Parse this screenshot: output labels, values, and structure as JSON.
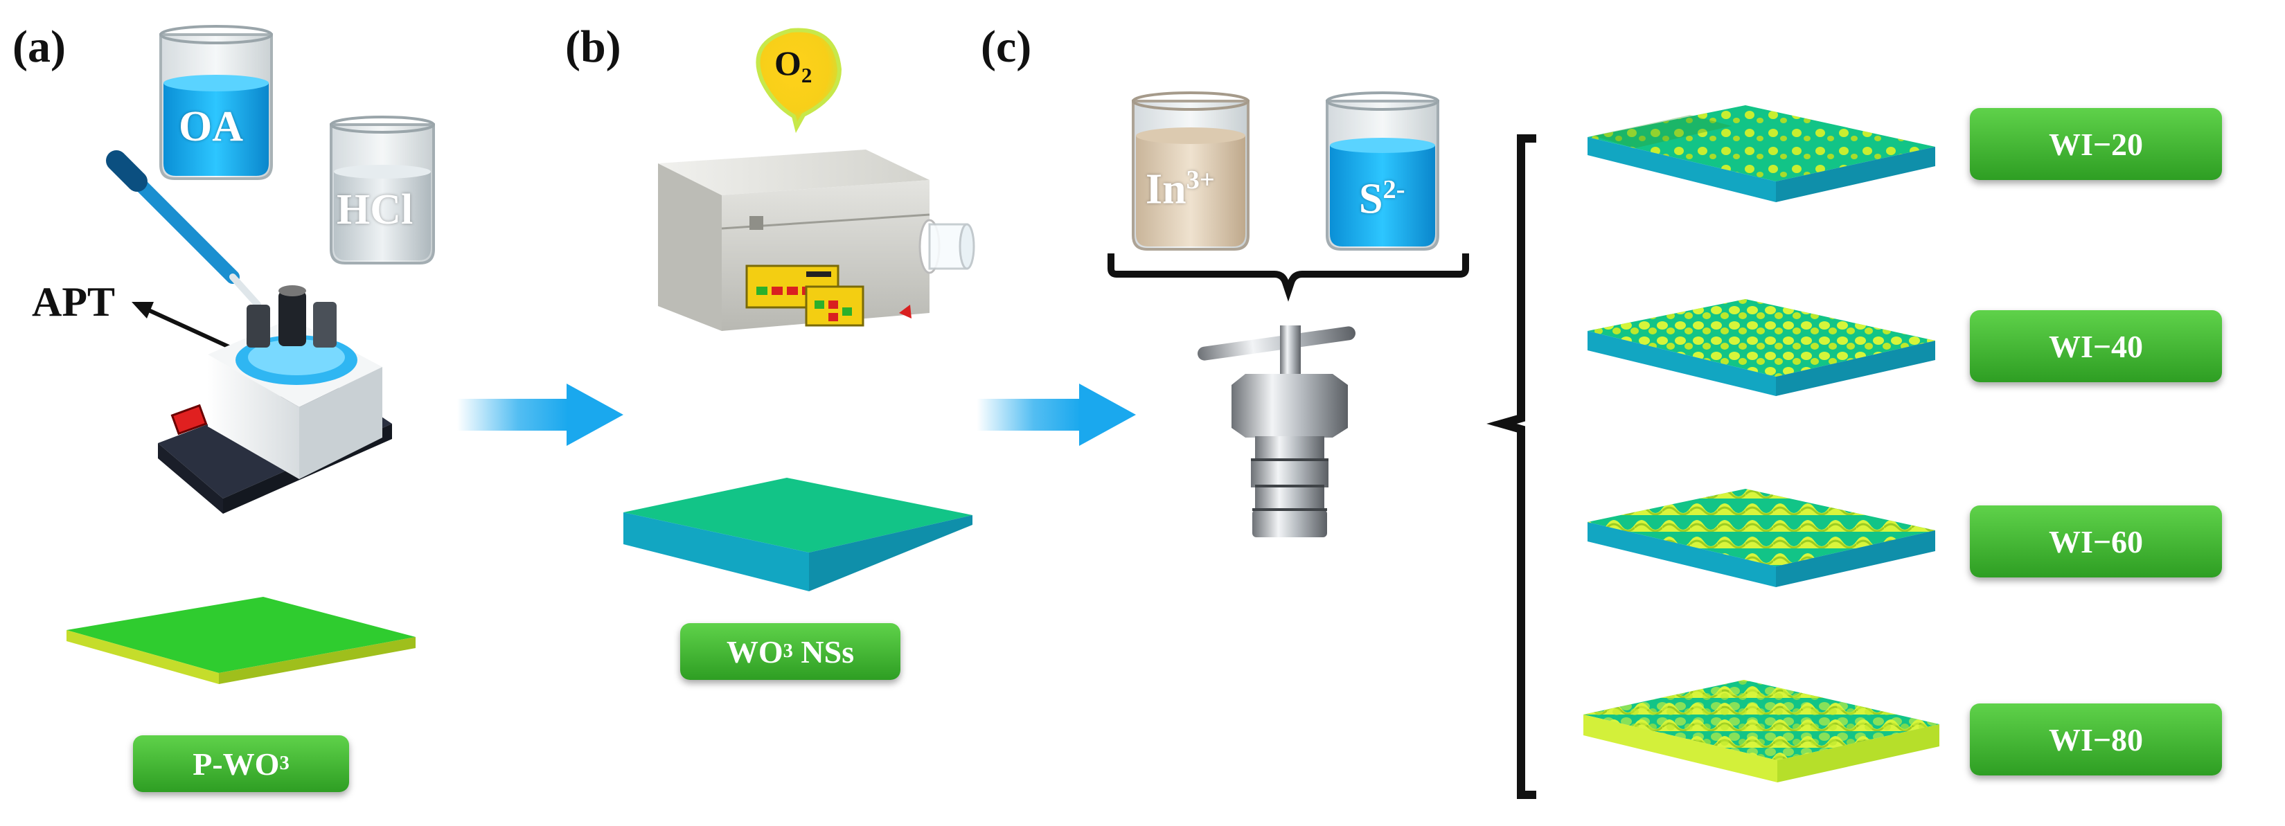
{
  "panels": {
    "a": "(a)",
    "b": "(b)",
    "c": "(c)"
  },
  "beakers": {
    "oa": "OA",
    "hcl": "HCl",
    "indium": "In",
    "indium_charge": "3+",
    "sulfide": "S",
    "sulfide_charge": "2-"
  },
  "apt_label": "APT",
  "oxygen": {
    "symbol": "O",
    "subscript": "2"
  },
  "stage_labels": {
    "pwo3_prefix": "P-WO",
    "pwo3_sub": "3",
    "wo3_prefix": "WO",
    "wo3_sub": "3",
    "wo3_suffix": " NSs"
  },
  "samples": [
    "WI−20",
    "WI−40",
    "WI−60",
    "WI−80"
  ],
  "colors": {
    "cyan_liquid": "#18b4f0",
    "green_film": "#2fcc2f",
    "teal_film": "#12c487",
    "yellow_green": "#d4f23a",
    "badge_green": "#3cb02e",
    "arrow_blue": "#1aa8ee"
  }
}
